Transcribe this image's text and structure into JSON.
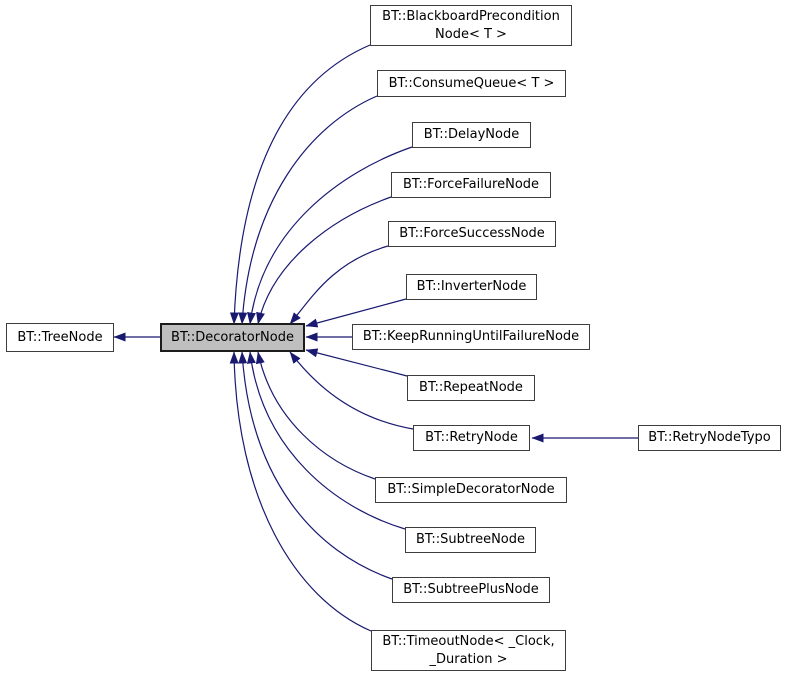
{
  "diagram": {
    "type": "class-inheritance-graph",
    "highlighted_node": "BT::DecoratorNode",
    "colors": {
      "edge": "#191970",
      "node_border": "#3d3d3d",
      "node_fill": "#ffffff",
      "highlight_fill": "#bfbfbf",
      "background": "#ffffff"
    },
    "nodes": {
      "tree": {
        "label": "BT::TreeNode",
        "lines": [
          "BT::TreeNode"
        ]
      },
      "decorator": {
        "label": "BT::DecoratorNode",
        "lines": [
          "BT::DecoratorNode"
        ]
      },
      "blackboard": {
        "label": "BT::BlackboardPreconditionNode< T >",
        "lines": [
          "BT::BlackboardPrecondition",
          "Node< T >"
        ]
      },
      "consume": {
        "label": "BT::ConsumeQueue< T >",
        "lines": [
          "BT::ConsumeQueue< T >"
        ]
      },
      "delay": {
        "label": "BT::DelayNode",
        "lines": [
          "BT::DelayNode"
        ]
      },
      "forcefailure": {
        "label": "BT::ForceFailureNode",
        "lines": [
          "BT::ForceFailureNode"
        ]
      },
      "forcesuccess": {
        "label": "BT::ForceSuccessNode",
        "lines": [
          "BT::ForceSuccessNode"
        ]
      },
      "inverter": {
        "label": "BT::InverterNode",
        "lines": [
          "BT::InverterNode"
        ]
      },
      "keeprunning": {
        "label": "BT::KeepRunningUntilFailureNode",
        "lines": [
          "BT::KeepRunningUntilFailureNode"
        ]
      },
      "repeat": {
        "label": "BT::RepeatNode",
        "lines": [
          "BT::RepeatNode"
        ]
      },
      "retry": {
        "label": "BT::RetryNode",
        "lines": [
          "BT::RetryNode"
        ]
      },
      "retrytypo": {
        "label": "BT::RetryNodeTypo",
        "lines": [
          "BT::RetryNodeTypo"
        ]
      },
      "simpledecorator": {
        "label": "BT::SimpleDecoratorNode",
        "lines": [
          "BT::SimpleDecoratorNode"
        ]
      },
      "subtree": {
        "label": "BT::SubtreeNode",
        "lines": [
          "BT::SubtreeNode"
        ]
      },
      "subtreeplus": {
        "label": "BT::SubtreePlusNode",
        "lines": [
          "BT::SubtreePlusNode"
        ]
      },
      "timeout": {
        "label": "BT::TimeoutNode< _Clock, _Duration >",
        "lines": [
          "BT::TimeoutNode< _Clock,",
          "_Duration >"
        ]
      }
    },
    "edges": [
      {
        "from": "BT::DecoratorNode",
        "to": "BT::TreeNode"
      },
      {
        "from": "BT::BlackboardPreconditionNode< T >",
        "to": "BT::DecoratorNode"
      },
      {
        "from": "BT::ConsumeQueue< T >",
        "to": "BT::DecoratorNode"
      },
      {
        "from": "BT::DelayNode",
        "to": "BT::DecoratorNode"
      },
      {
        "from": "BT::ForceFailureNode",
        "to": "BT::DecoratorNode"
      },
      {
        "from": "BT::ForceSuccessNode",
        "to": "BT::DecoratorNode"
      },
      {
        "from": "BT::InverterNode",
        "to": "BT::DecoratorNode"
      },
      {
        "from": "BT::KeepRunningUntilFailureNode",
        "to": "BT::DecoratorNode"
      },
      {
        "from": "BT::RepeatNode",
        "to": "BT::DecoratorNode"
      },
      {
        "from": "BT::RetryNode",
        "to": "BT::DecoratorNode"
      },
      {
        "from": "BT::RetryNodeTypo",
        "to": "BT::RetryNode"
      },
      {
        "from": "BT::SimpleDecoratorNode",
        "to": "BT::DecoratorNode"
      },
      {
        "from": "BT::SubtreeNode",
        "to": "BT::DecoratorNode"
      },
      {
        "from": "BT::SubtreePlusNode",
        "to": "BT::DecoratorNode"
      },
      {
        "from": "BT::TimeoutNode< _Clock, _Duration >",
        "to": "BT::DecoratorNode"
      }
    ]
  }
}
